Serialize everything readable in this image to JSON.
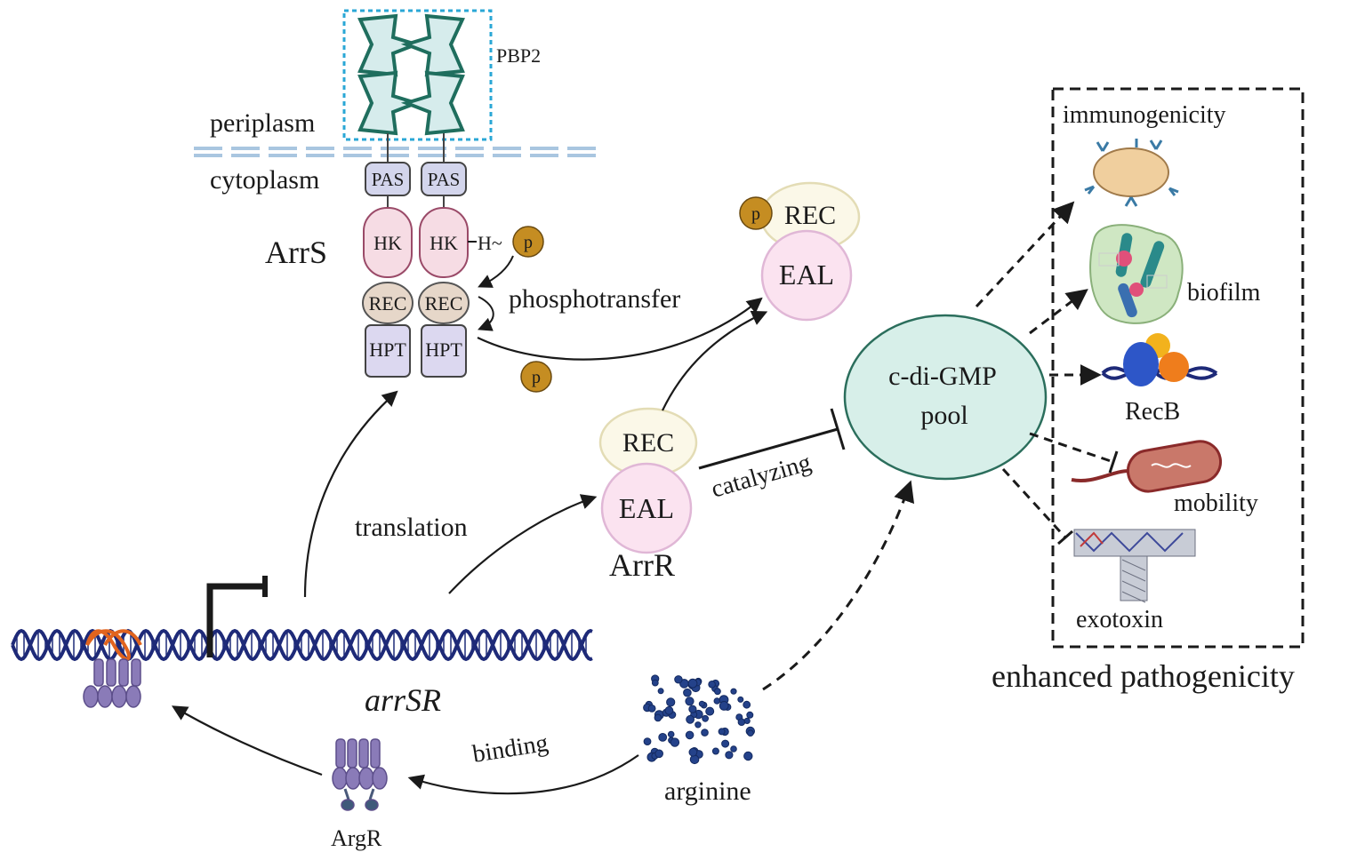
{
  "colors": {
    "ink": "#1a1a1a",
    "pbp2_box": "#2aa7d6",
    "pbp2_fill": "#d6ecec",
    "pbp2_stroke": "#1f6e5e",
    "membrane": "#a9c6e0",
    "pas_fill": "#d3d5ec",
    "hk_fill": "#f6dce4",
    "hk_stroke": "#9a4a68",
    "rec_fill": "#e6d7c9",
    "hpt_fill": "#dcd8f0",
    "phospho": "#c58d22",
    "eal_fill": "#fbe3f0",
    "eal_stroke": "#e0b7d6",
    "recbubble_fill": "#fbf8e8",
    "recbubble_stroke": "#e3dcb5",
    "pool_fill": "#d7efe9",
    "pool_stroke": "#2b6e5c",
    "dna_blue": "#1e2a78",
    "dna_orange": "#e1641e",
    "argr": "#8a7bb8",
    "arginine": "#24428a"
  },
  "labels": {
    "pbp2": "PBP2",
    "periplasm": "periplasm",
    "cytoplasm": "cytoplasm",
    "arrs": "ArrS",
    "pas": "PAS",
    "hk": "HK",
    "rec": "REC",
    "hpt": "HPT",
    "histidine": "H~",
    "p": "p",
    "phosphotransfer": "phosphotransfer",
    "eal": "EAL",
    "arrr": "ArrR",
    "catalyzing": "catalyzing",
    "pool_line1": "c-di-GMP",
    "pool_line2": "pool",
    "translation": "translation",
    "arrsr": "arrSR",
    "binding": "binding",
    "arginine": "arginine",
    "argr": "ArgR",
    "immunogenicity": "immunogenicity",
    "biofilm": "biofilm",
    "recb": "RecB",
    "mobility": "mobility",
    "exotoxin": "exotoxin",
    "enhanced": "enhanced pathogenicity"
  }
}
